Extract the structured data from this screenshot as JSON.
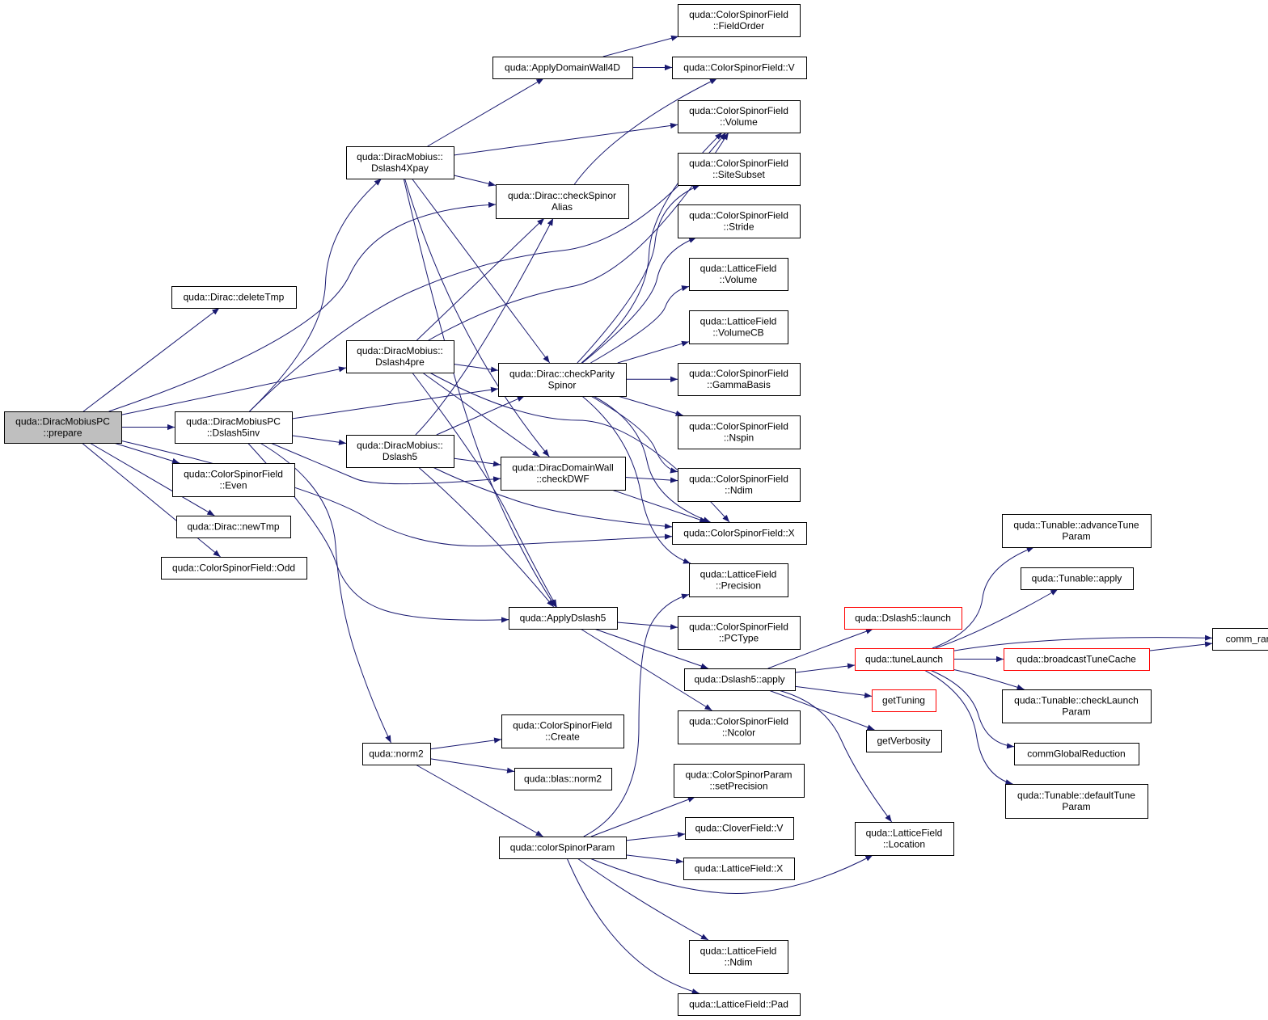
{
  "colors": {
    "edge": "#191970",
    "node_fill": "#ffffff",
    "root_fill": "#bfbfbf",
    "node_border": "#000000",
    "truncated_border": "#ff0000"
  },
  "nodes": [
    {
      "id": "prepare",
      "lines": [
        "quda::DiracMobiusPC",
        "::prepare"
      ],
      "style": "root"
    },
    {
      "id": "deleteTmp",
      "lines": [
        "quda::Dirac::deleteTmp"
      ]
    },
    {
      "id": "dslash5inv",
      "lines": [
        "quda::DiracMobiusPC",
        "::Dslash5inv"
      ]
    },
    {
      "id": "even",
      "lines": [
        "quda::ColorSpinorField",
        "::Even"
      ]
    },
    {
      "id": "newTmp",
      "lines": [
        "quda::Dirac::newTmp"
      ]
    },
    {
      "id": "odd",
      "lines": [
        "quda::ColorSpinorField::Odd"
      ]
    },
    {
      "id": "dslash4xpay",
      "lines": [
        "quda::DiracMobius::",
        "Dslash4Xpay"
      ]
    },
    {
      "id": "dslash4pre",
      "lines": [
        "quda::DiracMobius::",
        "Dslash4pre"
      ]
    },
    {
      "id": "dslash5",
      "lines": [
        "quda::DiracMobius::",
        "Dslash5"
      ]
    },
    {
      "id": "norm2",
      "lines": [
        "quda::norm2"
      ]
    },
    {
      "id": "applyDW4D",
      "lines": [
        "quda::ApplyDomainWall4D"
      ]
    },
    {
      "id": "checkSpinorAlias",
      "lines": [
        "quda::Dirac::checkSpinor",
        "Alias"
      ]
    },
    {
      "id": "checkParity",
      "lines": [
        "quda::Dirac::checkParity",
        "Spinor"
      ]
    },
    {
      "id": "checkDWF",
      "lines": [
        "quda::DiracDomainWall",
        "::checkDWF"
      ]
    },
    {
      "id": "applyDslash5",
      "lines": [
        "quda::ApplyDslash5"
      ]
    },
    {
      "id": "create",
      "lines": [
        "quda::ColorSpinorField",
        "::Create"
      ]
    },
    {
      "id": "blasNorm2",
      "lines": [
        "quda::blas::norm2"
      ]
    },
    {
      "id": "colorSpinorParam",
      "lines": [
        "quda::colorSpinorParam"
      ]
    },
    {
      "id": "fieldOrder",
      "lines": [
        "quda::ColorSpinorField",
        "::FieldOrder"
      ]
    },
    {
      "id": "csfV",
      "lines": [
        "quda::ColorSpinorField::V"
      ]
    },
    {
      "id": "csfVolume",
      "lines": [
        "quda::ColorSpinorField",
        "::Volume"
      ]
    },
    {
      "id": "siteSubset",
      "lines": [
        "quda::ColorSpinorField",
        "::SiteSubset"
      ]
    },
    {
      "id": "stride",
      "lines": [
        "quda::ColorSpinorField",
        "::Stride"
      ]
    },
    {
      "id": "lfVolume",
      "lines": [
        "quda::LatticeField",
        "::Volume"
      ]
    },
    {
      "id": "lfVolumeCB",
      "lines": [
        "quda::LatticeField",
        "::VolumeCB"
      ]
    },
    {
      "id": "gammaBasis",
      "lines": [
        "quda::ColorSpinorField",
        "::GammaBasis"
      ]
    },
    {
      "id": "nspin",
      "lines": [
        "quda::ColorSpinorField",
        "::Nspin"
      ]
    },
    {
      "id": "csfNdim",
      "lines": [
        "quda::ColorSpinorField",
        "::Ndim"
      ]
    },
    {
      "id": "csfX",
      "lines": [
        "quda::ColorSpinorField::X"
      ]
    },
    {
      "id": "precision",
      "lines": [
        "quda::LatticeField",
        "::Precision"
      ]
    },
    {
      "id": "pcType",
      "lines": [
        "quda::ColorSpinorField",
        "::PCType"
      ]
    },
    {
      "id": "dslash5apply",
      "lines": [
        "quda::Dslash5::apply"
      ]
    },
    {
      "id": "ncolor",
      "lines": [
        "quda::ColorSpinorField",
        "::Ncolor"
      ]
    },
    {
      "id": "setPrecision",
      "lines": [
        "quda::ColorSpinorParam",
        "::setPrecision"
      ]
    },
    {
      "id": "cloverV",
      "lines": [
        "quda::CloverField::V"
      ]
    },
    {
      "id": "lfX",
      "lines": [
        "quda::LatticeField::X"
      ]
    },
    {
      "id": "lfNdim",
      "lines": [
        "quda::LatticeField",
        "::Ndim"
      ]
    },
    {
      "id": "lfPad",
      "lines": [
        "quda::LatticeField::Pad"
      ]
    },
    {
      "id": "launch",
      "lines": [
        "quda::Dslash5::launch"
      ],
      "style": "red"
    },
    {
      "id": "tuneLaunch",
      "lines": [
        "quda::tuneLaunch"
      ],
      "style": "red"
    },
    {
      "id": "getTuning",
      "lines": [
        "getTuning"
      ],
      "style": "red"
    },
    {
      "id": "getVerbosity",
      "lines": [
        "getVerbosity"
      ]
    },
    {
      "id": "location",
      "lines": [
        "quda::LatticeField",
        "::Location"
      ]
    },
    {
      "id": "advanceTune",
      "lines": [
        "quda::Tunable::advanceTune",
        "Param"
      ]
    },
    {
      "id": "tunableApply",
      "lines": [
        "quda::Tunable::apply"
      ]
    },
    {
      "id": "broadcast",
      "lines": [
        "quda::broadcastTuneCache"
      ],
      "style": "red"
    },
    {
      "id": "checkLaunch",
      "lines": [
        "quda::Tunable::checkLaunch",
        "Param"
      ]
    },
    {
      "id": "commGlobal",
      "lines": [
        "commGlobalReduction"
      ]
    },
    {
      "id": "defaultTune",
      "lines": [
        "quda::Tunable::defaultTune",
        "Param"
      ]
    },
    {
      "id": "commRank",
      "lines": [
        "comm_rank"
      ]
    }
  ],
  "edges": [
    [
      "prepare",
      "deleteTmp"
    ],
    [
      "prepare",
      "dslash5inv"
    ],
    [
      "prepare",
      "even"
    ],
    [
      "prepare",
      "newTmp"
    ],
    [
      "prepare",
      "odd"
    ],
    [
      "prepare",
      "dslash4pre"
    ],
    [
      "prepare",
      "checkSpinorAlias"
    ],
    [
      "prepare",
      "csfX"
    ],
    [
      "dslash5inv",
      "dslash4xpay"
    ],
    [
      "dslash5inv",
      "dslash5"
    ],
    [
      "dslash5inv",
      "checkParity"
    ],
    [
      "dslash5inv",
      "checkDWF"
    ],
    [
      "dslash5inv",
      "applyDslash5"
    ],
    [
      "dslash5inv",
      "norm2"
    ],
    [
      "dslash5inv",
      "csfVolume"
    ],
    [
      "dslash4xpay",
      "applyDW4D"
    ],
    [
      "dslash4xpay",
      "checkSpinorAlias"
    ],
    [
      "dslash4xpay",
      "checkParity"
    ],
    [
      "dslash4xpay",
      "checkDWF"
    ],
    [
      "dslash4xpay",
      "applyDslash5"
    ],
    [
      "dslash4xpay",
      "csfVolume"
    ],
    [
      "dslash4pre",
      "checkParity"
    ],
    [
      "dslash4pre",
      "checkSpinorAlias"
    ],
    [
      "dslash4pre",
      "checkDWF"
    ],
    [
      "dslash4pre",
      "applyDslash5"
    ],
    [
      "dslash4pre",
      "csfVolume"
    ],
    [
      "dslash4pre",
      "csfX"
    ],
    [
      "dslash5",
      "checkParity"
    ],
    [
      "dslash5",
      "checkSpinorAlias"
    ],
    [
      "dslash5",
      "checkDWF"
    ],
    [
      "dslash5",
      "applyDslash5"
    ],
    [
      "dslash5",
      "csfX"
    ],
    [
      "applyDW4D",
      "fieldOrder"
    ],
    [
      "applyDW4D",
      "csfV"
    ],
    [
      "checkSpinorAlias",
      "csfV"
    ],
    [
      "checkParity",
      "csfVolume"
    ],
    [
      "checkParity",
      "siteSubset"
    ],
    [
      "checkParity",
      "stride"
    ],
    [
      "checkParity",
      "lfVolume"
    ],
    [
      "checkParity",
      "lfVolumeCB"
    ],
    [
      "checkParity",
      "gammaBasis"
    ],
    [
      "checkParity",
      "nspin"
    ],
    [
      "checkParity",
      "csfNdim"
    ],
    [
      "checkParity",
      "csfX"
    ],
    [
      "checkParity",
      "precision"
    ],
    [
      "checkDWF",
      "csfNdim"
    ],
    [
      "checkDWF",
      "csfX"
    ],
    [
      "applyDslash5",
      "pcType"
    ],
    [
      "applyDslash5",
      "dslash5apply"
    ],
    [
      "applyDslash5",
      "ncolor"
    ],
    [
      "norm2",
      "create"
    ],
    [
      "norm2",
      "blasNorm2"
    ],
    [
      "norm2",
      "colorSpinorParam"
    ],
    [
      "colorSpinorParam",
      "precision"
    ],
    [
      "colorSpinorParam",
      "setPrecision"
    ],
    [
      "colorSpinorParam",
      "cloverV"
    ],
    [
      "colorSpinorParam",
      "lfX"
    ],
    [
      "colorSpinorParam",
      "lfNdim"
    ],
    [
      "colorSpinorParam",
      "lfPad"
    ],
    [
      "colorSpinorParam",
      "location"
    ],
    [
      "dslash5apply",
      "launch"
    ],
    [
      "dslash5apply",
      "tuneLaunch"
    ],
    [
      "dslash5apply",
      "getTuning"
    ],
    [
      "dslash5apply",
      "getVerbosity"
    ],
    [
      "dslash5apply",
      "location"
    ],
    [
      "tuneLaunch",
      "advanceTune"
    ],
    [
      "tuneLaunch",
      "tunableApply"
    ],
    [
      "tuneLaunch",
      "broadcast"
    ],
    [
      "tuneLaunch",
      "checkLaunch"
    ],
    [
      "tuneLaunch",
      "commGlobal"
    ],
    [
      "tuneLaunch",
      "defaultTune"
    ],
    [
      "tuneLaunch",
      "commRank"
    ],
    [
      "broadcast",
      "commRank"
    ]
  ]
}
